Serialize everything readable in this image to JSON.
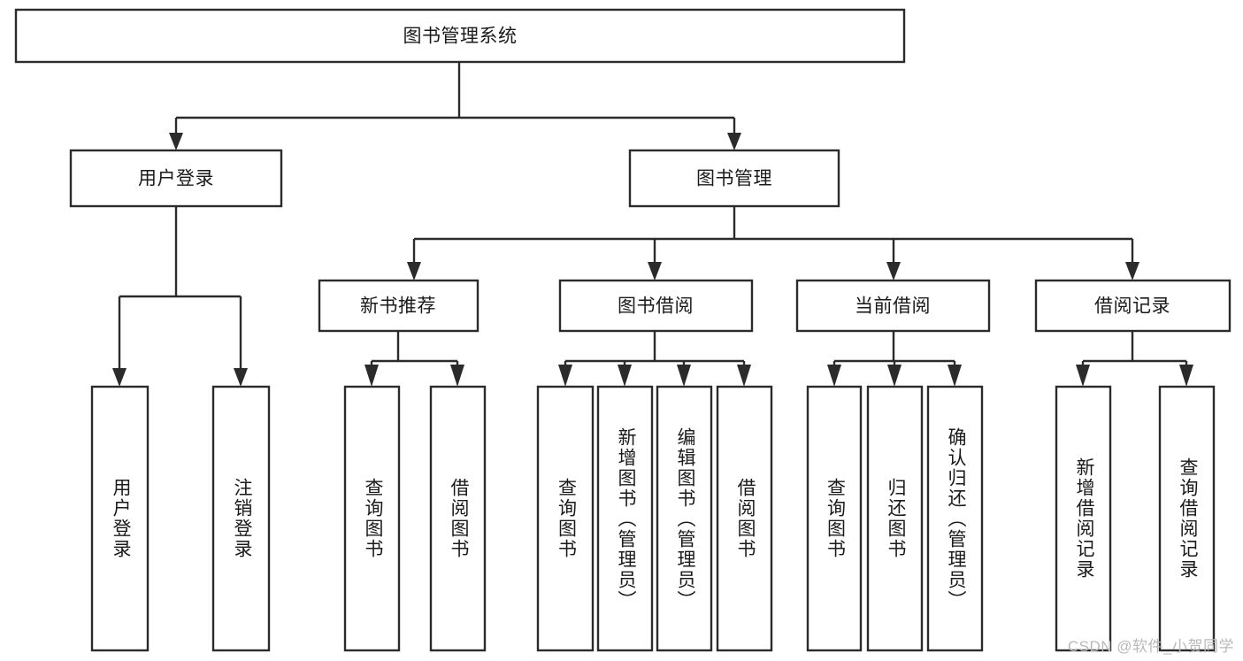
{
  "diagram": {
    "title": "图书管理系统",
    "type": "tree",
    "watermark": "CSDN @软件_小贺同学",
    "colors": {
      "box_stroke": "#2b2b2b",
      "box_fill": "#ffffff",
      "text": "#1a1a1a",
      "background": "#ffffff",
      "watermark": "#b9b9b9"
    },
    "levels": {
      "root": "图书管理系统",
      "level2": [
        "用户登录",
        "图书管理"
      ],
      "level3": [
        "新书推荐",
        "图书借阅",
        "当前借阅",
        "借阅记录"
      ]
    },
    "nodes": {
      "root": {
        "label": "图书管理系统",
        "orientation": "horizontal"
      },
      "user_login": {
        "label": "用户登录",
        "orientation": "horizontal"
      },
      "book_manage": {
        "label": "图书管理",
        "orientation": "horizontal"
      },
      "new_book_rec": {
        "label": "新书推荐",
        "orientation": "horizontal"
      },
      "book_borrow": {
        "label": "图书借阅",
        "orientation": "horizontal"
      },
      "current_borrow": {
        "label": "当前借阅",
        "orientation": "horizontal"
      },
      "borrow_record": {
        "label": "借阅记录",
        "orientation": "horizontal"
      },
      "leaf_user_login": {
        "label": "用户登录",
        "orientation": "vertical"
      },
      "leaf_logout": {
        "label": "注销登录",
        "orientation": "vertical"
      },
      "leaf_query_book_1": {
        "label": "查询图书",
        "orientation": "vertical"
      },
      "leaf_borrow_book_1": {
        "label": "借阅图书",
        "orientation": "vertical"
      },
      "leaf_query_book_2": {
        "label": "查询图书",
        "orientation": "vertical"
      },
      "leaf_add_book": {
        "label": "新增图书（管理员）",
        "orientation": "vertical"
      },
      "leaf_edit_book": {
        "label": "编辑图书（管理员）",
        "orientation": "vertical"
      },
      "leaf_borrow_book_2": {
        "label": "借阅图书",
        "orientation": "vertical"
      },
      "leaf_query_book_3": {
        "label": "查询图书",
        "orientation": "vertical"
      },
      "leaf_return_book": {
        "label": "归还图书",
        "orientation": "vertical"
      },
      "leaf_confirm_return": {
        "label": "确认归还（管理员）",
        "orientation": "vertical"
      },
      "leaf_add_record": {
        "label": "新增借阅记录",
        "orientation": "vertical"
      },
      "leaf_query_record": {
        "label": "查询借阅记录",
        "orientation": "vertical"
      }
    },
    "edges": [
      {
        "from": "图书管理系统",
        "to": "用户登录"
      },
      {
        "from": "图书管理系统",
        "to": "图书管理"
      },
      {
        "from": "用户登录",
        "to": "用户登录"
      },
      {
        "from": "用户登录",
        "to": "注销登录"
      },
      {
        "from": "图书管理",
        "to": "新书推荐"
      },
      {
        "from": "图书管理",
        "to": "图书借阅"
      },
      {
        "from": "图书管理",
        "to": "当前借阅"
      },
      {
        "from": "图书管理",
        "to": "借阅记录"
      },
      {
        "from": "新书推荐",
        "to": "查询图书"
      },
      {
        "from": "新书推荐",
        "to": "借阅图书"
      },
      {
        "from": "图书借阅",
        "to": "查询图书"
      },
      {
        "from": "图书借阅",
        "to": "新增图书（管理员）"
      },
      {
        "from": "图书借阅",
        "to": "编辑图书（管理员）"
      },
      {
        "from": "图书借阅",
        "to": "借阅图书"
      },
      {
        "from": "当前借阅",
        "to": "查询图书"
      },
      {
        "from": "当前借阅",
        "to": "归还图书"
      },
      {
        "from": "当前借阅",
        "to": "确认归还（管理员）"
      },
      {
        "from": "借阅记录",
        "to": "新增借阅记录"
      },
      {
        "from": "借阅记录",
        "to": "查询借阅记录"
      }
    ]
  }
}
